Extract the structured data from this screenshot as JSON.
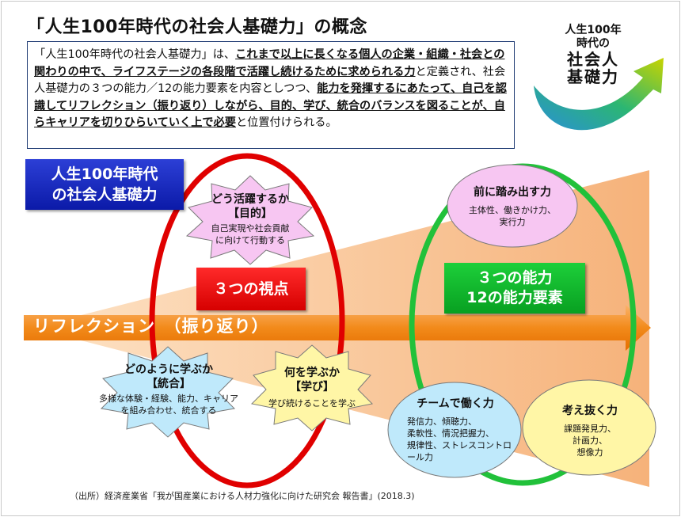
{
  "title": "「人生100年時代の社会人基礎力」の概念",
  "description": {
    "p1": "「人生100年時代の社会人基礎力」は、",
    "u1": "これまで以上に長くなる個人の企業・組織・社会との関わりの中で、ライフステージの各段階で活躍し続けるために求められる力",
    "p2": "と定義され、社会人基礎力の３つの能力／12の能力要素を内容としつつ、",
    "u2": "能力を発揮するにあたって、自己を認識してリフレクション（振り返り）しながら、目的、学び、統合のバランスを図ることが、自らキャリアを切りひらいていく上で必要",
    "p3": "と位置付けられる。"
  },
  "logo": {
    "line1": "人生100年",
    "line2": "時代の",
    "line3": "社会人",
    "line4": "基礎力"
  },
  "blue_title": {
    "line1": "人生100年時代",
    "line2": "の社会人基礎力"
  },
  "reflection": "リフレクション　（振り返り）",
  "red_label": "３つの視点",
  "green_label": {
    "line1": "３つの能力",
    "line2": "12の能力要素"
  },
  "perspectives": {
    "purpose": {
      "title": "どう活躍するか",
      "tag": "【目的】",
      "text": "自己実現や社会貢献\nに向けて行動する"
    },
    "integration": {
      "title": "どのように学ぶか",
      "tag": "【統合】",
      "text": "多様な体験・経験、能力、キャリア\nを組み合わせ、統合する"
    },
    "learning": {
      "title": "何を学ぶか",
      "tag": "【学び】",
      "text": "学び続けることを学ぶ"
    }
  },
  "abilities": {
    "action": {
      "title": "前に踏み出す力",
      "text": "主体性、働きかけ力、\n実行力"
    },
    "team": {
      "title": "チームで働く力",
      "text": "発信力、傾聴力、\n柔軟性、情況把握力、\n規律性、ストレスコントロール力"
    },
    "thinking": {
      "title": "考え抜く力",
      "text": "課題発見力、\n計画力、\n想像力"
    }
  },
  "source": "（出所）経済産業省「我が国産業における人材力強化に向けた研究会 報告書」(2018.3)",
  "colors": {
    "navy": "#1f3b73",
    "blue": "#0b1aa8",
    "red": "#e00000",
    "green": "#21c13a",
    "orange": "#f28a1a",
    "star_fill": "#f7c6f2",
    "star_blue": "#bfe9fb",
    "star_yellow": "#fff6a6"
  }
}
